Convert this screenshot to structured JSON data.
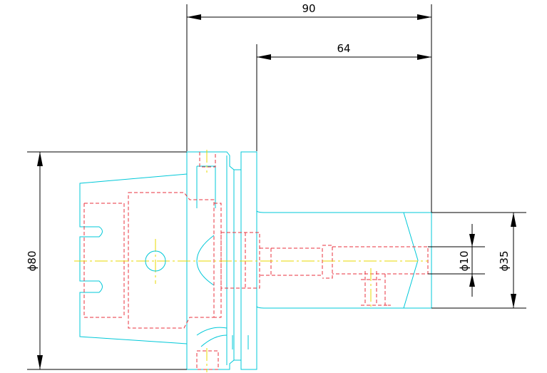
{
  "drawing": {
    "colors": {
      "outline": "#00c8d8",
      "hidden_lines": "#e8323c",
      "center_lines": "#e8d800",
      "dimensions": "#000000",
      "background": "#ffffff"
    },
    "dimensions": {
      "overall_length": "90",
      "shank_length": "64",
      "flange_diameter": "ϕ80",
      "bore_diameter": "ϕ10",
      "nose_diameter": "ϕ35"
    }
  }
}
